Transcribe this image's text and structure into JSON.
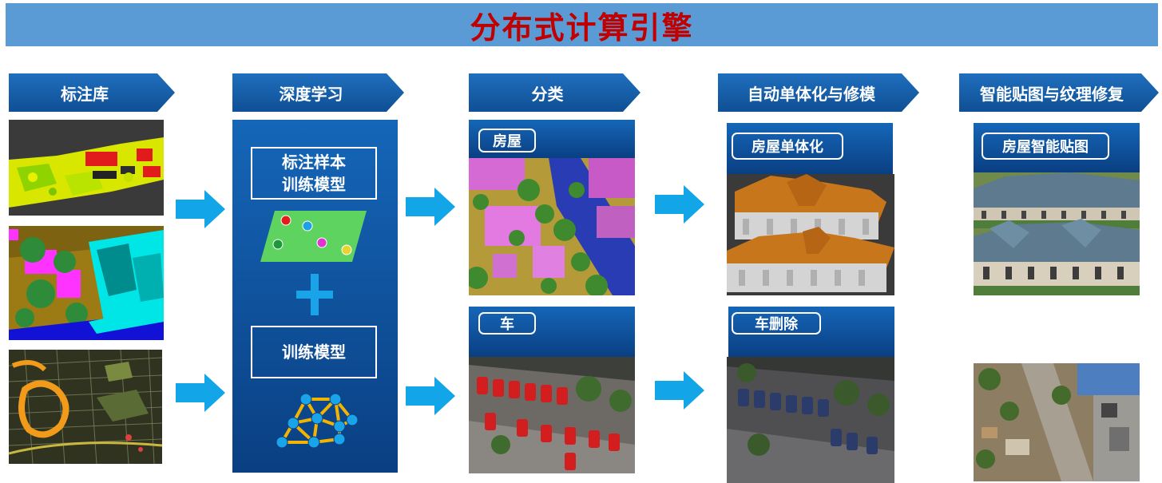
{
  "title": "分布式计算引擎",
  "stages": [
    {
      "label": "标注库"
    },
    {
      "label": "深度学习"
    },
    {
      "label": "分类"
    },
    {
      "label": "自动单体化与修模"
    },
    {
      "label": "智能贴图与纹理修复"
    }
  ],
  "deep_learning": {
    "box1_line1": "标注样本",
    "box1_line2": "训练模型",
    "box2": "训练模型"
  },
  "classification": {
    "house_tag": "房屋",
    "car_tag": "车"
  },
  "monomer": {
    "house_tag": "房屋单体化",
    "car_tag": "车删除"
  },
  "texture": {
    "house_tag": "房屋智能贴图"
  },
  "colors": {
    "title_bar": "#5b9bd5",
    "title_text": "#c00000",
    "stage_blue": "#1565c0",
    "flow_arrow": "#12a5e8"
  }
}
